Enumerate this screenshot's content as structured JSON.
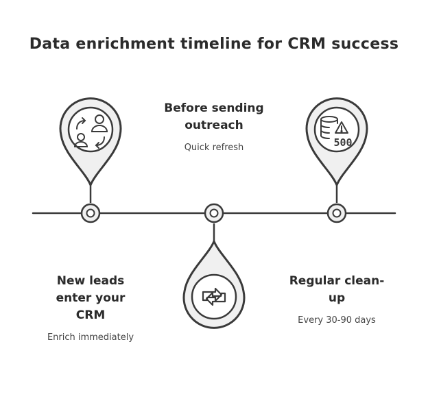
{
  "title": "Data enrichment timeline for CRM success",
  "colors": {
    "stroke": "#3a3a3a",
    "fill": "#f0f0f0",
    "text": "#2b2b2b"
  },
  "stages": [
    {
      "heading": "New leads enter your CRM",
      "heading_lines": [
        "New leads",
        "enter your",
        "CRM"
      ],
      "note": "Enrich immediately",
      "icon": "user-sync-icon"
    },
    {
      "heading": "Before sending outreach",
      "heading_lines": [
        "Before sending",
        "outreach"
      ],
      "note": "Quick refresh",
      "icon": "refresh-arrows-icon"
    },
    {
      "heading": "Regular clean-up",
      "heading_lines": [
        "Regular clean-",
        "up"
      ],
      "note": "Every 30-90 days",
      "icon": "database-warning-icon",
      "icon_label": "500"
    }
  ]
}
